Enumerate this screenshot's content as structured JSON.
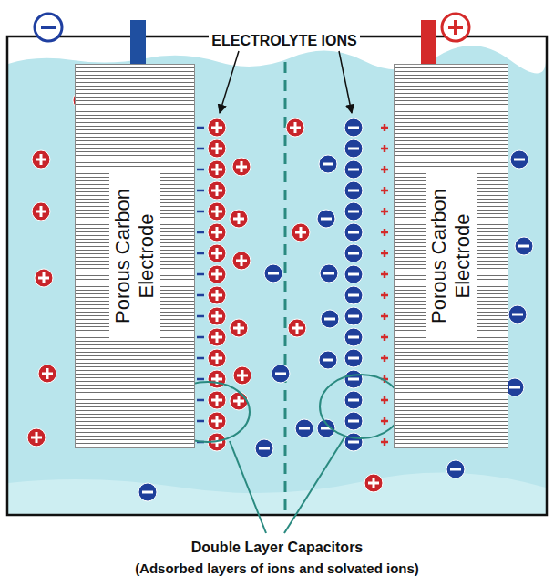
{
  "diagram": {
    "nodes": [
      {
        "text": [
          "Porous Carbon Electrode"
        ]
      },
      {
        "text": [
          "Porous Carbon Electrode"
        ]
      }
    ],
    "labels": [
      "ELECTROLYTE IONS",
      "Double Layer Capacitors",
      "(Adsorbed layers of ions and solvated ions)"
    ]
  }
}
